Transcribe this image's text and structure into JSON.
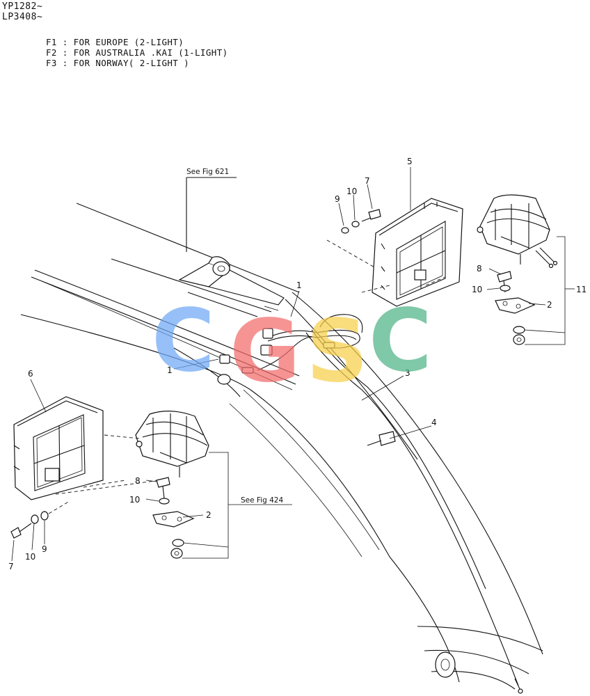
{
  "serial_numbers": [
    "YP1282~",
    "LP3408~"
  ],
  "notes": [
    "F1 : FOR EUROPE (2-LIGHT)",
    "F2 : FOR AUSTRALIA .KAI (1-LIGHT)",
    "F3 : FOR NORWAY( 2-LIGHT )"
  ],
  "references": {
    "fig621": "See Fig 621",
    "fig424": "See Fig 424"
  },
  "callouts": {
    "c1_top": "1",
    "c1_left": "1",
    "c2_right": "2",
    "c2_left": "2",
    "c3": "3",
    "c4": "4",
    "c5": "5",
    "c6": "6",
    "c7_top": "7",
    "c7_bottom": "7",
    "c8_right": "8",
    "c8_left": "8",
    "c9_top": "9",
    "c9_bottom": "9",
    "c10_top": "10",
    "c10_right": "10",
    "c10_left": "10",
    "c10_bottom": "10",
    "c11": "11"
  },
  "watermark": {
    "letters": [
      "C",
      "G",
      "S",
      "C"
    ],
    "colors": [
      "#6fa8f5",
      "#f36b6b",
      "#f7cf4a",
      "#4fb487"
    ]
  }
}
